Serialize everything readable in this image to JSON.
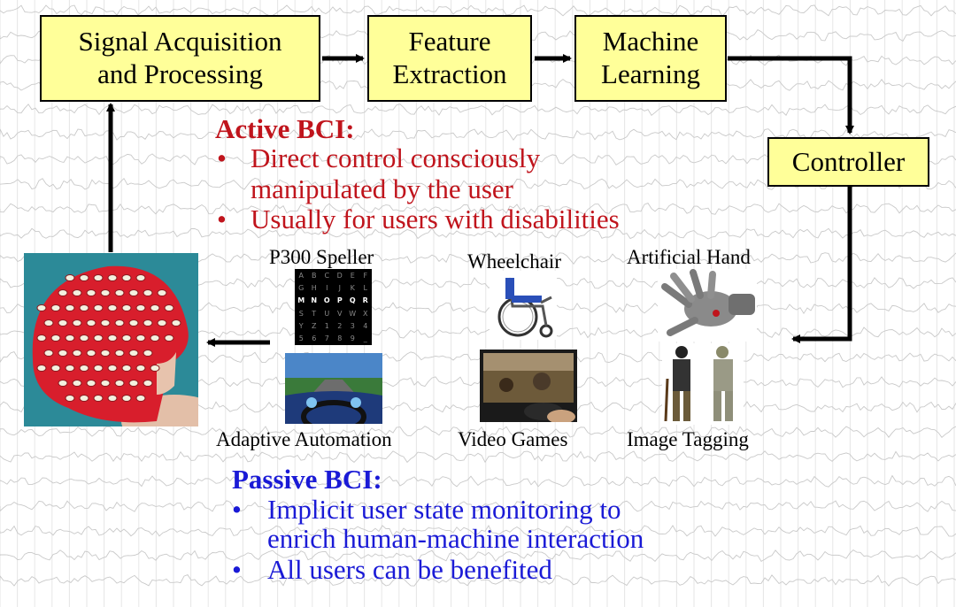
{
  "flow": {
    "box_signal": "Signal Acquisition\nand Processing",
    "box_feature": "Feature\nExtraction",
    "box_ml": "Machine\nLearning",
    "box_controller": "Controller"
  },
  "active": {
    "title": "Active BCI:",
    "bullet_char": "•",
    "line1": "Direct control consciously",
    "line2": "manipulated by the user",
    "line3": "Usually for users with disabilities",
    "color": "#c0141c"
  },
  "apps": {
    "p300": "P300 Speller",
    "wheelchair": "Wheelchair",
    "hand": "Artificial Hand",
    "adaptive": "Adaptive Automation",
    "games": "Video Games",
    "tagging": "Image Tagging",
    "speller_rows": [
      [
        "A",
        "B",
        "C",
        "D",
        "E",
        "F"
      ],
      [
        "G",
        "H",
        "I",
        "J",
        "K",
        "L"
      ],
      [
        "M",
        "N",
        "O",
        "P",
        "Q",
        "R"
      ],
      [
        "S",
        "T",
        "U",
        "V",
        "W",
        "X"
      ],
      [
        "Y",
        "Z",
        "1",
        "2",
        "3",
        "4"
      ],
      [
        "5",
        "6",
        "7",
        "8",
        "9",
        "_"
      ]
    ]
  },
  "passive": {
    "title": "Passive BCI:",
    "bullet_char": "•",
    "line1": "Implicit user state monitoring to",
    "line2": "enrich human-machine interaction",
    "line3": "All users can be benefited",
    "color": "#1a1ad6"
  }
}
